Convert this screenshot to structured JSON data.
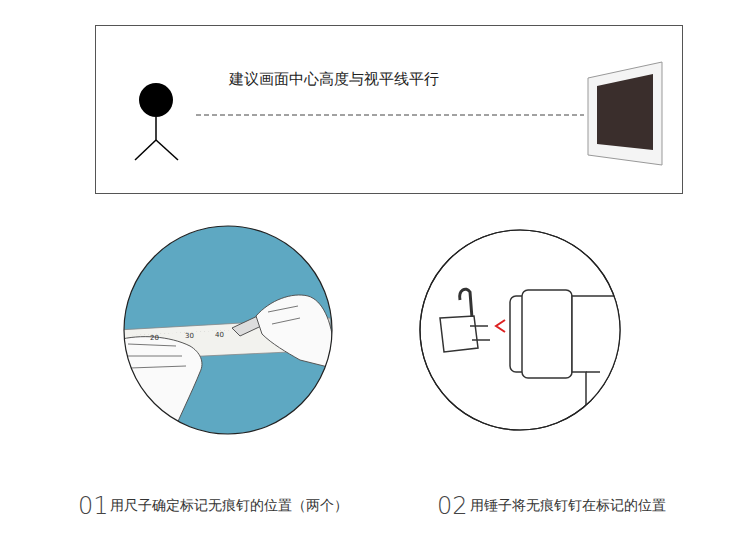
{
  "diagram": {
    "nodes": [
      {
        "text": [
          "建议画面中心高度与视平线平行"
        ]
      }
    ],
    "labels": [
      "20",
      "30",
      "40",
      "01",
      "用尺子确定标记无痕钉的位置（两个）",
      "02",
      "用锤子将无痕钉钉在标记的位置"
    ]
  }
}
